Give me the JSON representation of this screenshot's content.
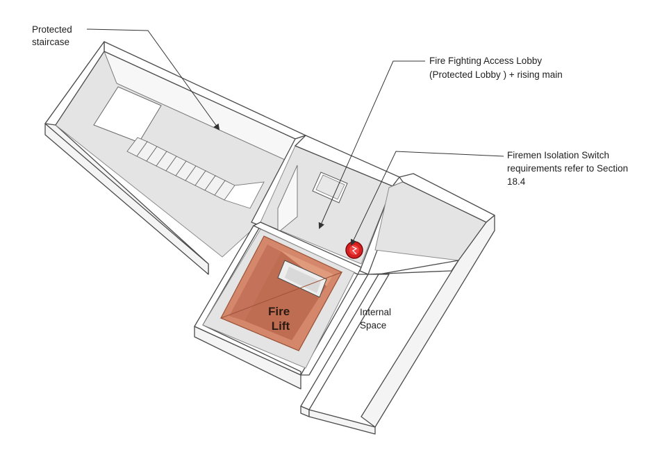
{
  "labels": {
    "staircase_line1": "Protected",
    "staircase_line2": "staircase",
    "lobby_line1": "Fire Fighting Access Lobby",
    "lobby_line2": "(Protected Lobby ) + rising main",
    "switch_line1": "Firemen Isolation Switch",
    "switch_line2": "requirements  refer to Section",
    "switch_line3": "18.4",
    "internal_line1": "Internal",
    "internal_line2": "Space",
    "lift_line1": "Fire",
    "lift_line2": "Lift"
  },
  "colors": {
    "lift_fill": "#d4876a",
    "lift_dark": "#b86a50",
    "switch_red": "#d42020",
    "floor_grey": "#e4e4e4"
  },
  "icons": {
    "switch_icon": "fire-switch-icon"
  }
}
